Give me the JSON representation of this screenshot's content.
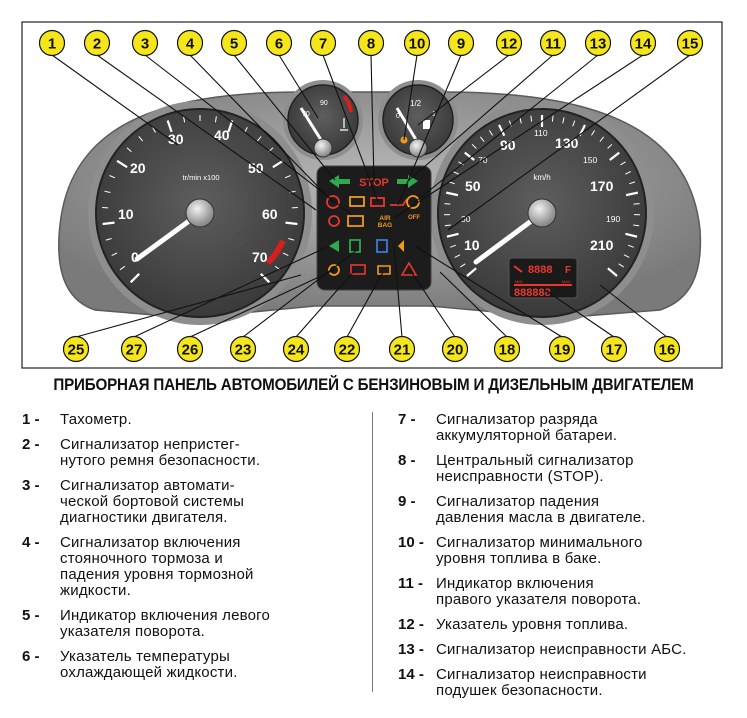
{
  "title": "ПРИБОРНАЯ ПАНЕЛЬ АВТОМОБИЛЕЙ С БЕНЗИНОВЫМ И ДИЗЕЛЬНЫМ ДВИГАТЕЛЕМ",
  "callouts_top": [
    "1",
    "2",
    "3",
    "4",
    "5",
    "6",
    "7",
    "8",
    "10",
    "9",
    "12",
    "11",
    "13",
    "14",
    "15"
  ],
  "callouts_bottom": [
    "25",
    "27",
    "26",
    "23",
    "24",
    "22",
    "21",
    "20",
    "18",
    "19",
    "17",
    "16"
  ],
  "tacho": {
    "unit": "tr/min x100",
    "ticks": [
      "0",
      "10",
      "20",
      "30",
      "40",
      "50",
      "60",
      "70"
    ]
  },
  "speedo": {
    "unit": "km/h",
    "ticks_major": [
      "10",
      "50",
      "90",
      "130",
      "170",
      "210"
    ],
    "ticks_minor": [
      "30",
      "70",
      "110",
      "150",
      "190"
    ]
  },
  "temp_gauge": {
    "ticks": [
      "70",
      "90"
    ]
  },
  "fuel_gauge": {
    "ticks": [
      "0",
      "1/2",
      "1"
    ]
  },
  "center": {
    "stop_label": "STOP",
    "airbag_label": "AIR\nBAG",
    "off_label": "OFF"
  },
  "display": {
    "top": "8888",
    "bottom": "888888",
    "min": "MIN",
    "max": "MAX",
    "f": "F"
  },
  "legend_left": [
    {
      "num": "1 -",
      "text": "Тахометр."
    },
    {
      "num": "2 -",
      "text": "Сигнализатор непристег-\nнутого ремня безопасности."
    },
    {
      "num": "3 -",
      "text": "Сигнализатор автомати-\nческой бортовой системы\nдиагностики двигателя."
    },
    {
      "num": "4 -",
      "text": "Сигнализатор включения\nстояночного тормоза и\nпадения уровня тормозной\nжидкости."
    },
    {
      "num": "5 -",
      "text": "Индикатор включения левого\nуказателя поворота."
    },
    {
      "num": "6 -",
      "text": "Указатель температуры\nохлаждающей жидкости."
    }
  ],
  "legend_right": [
    {
      "num": "7 -",
      "text": "Сигнализатор разряда\nаккумуляторной батареи."
    },
    {
      "num": "8 -",
      "text": "Центральный сигнализатор\nнеисправности (STOP)."
    },
    {
      "num": "9 -",
      "text": "Сигнализатор падения\nдавления масла в двигателе."
    },
    {
      "num": "10 -",
      "text": "Сигнализатор минимального\nуровня топлива в баке."
    },
    {
      "num": "11 -",
      "text": "Индикатор включения\nправого указателя поворота."
    },
    {
      "num": "12 -",
      "text": "Указатель уровня топлива."
    },
    {
      "num": "13 -",
      "text": "Сигнализатор неисправности АБС."
    },
    {
      "num": "14 -",
      "text": "Сигнализатор неисправности\nподушек безопасности."
    }
  ]
}
